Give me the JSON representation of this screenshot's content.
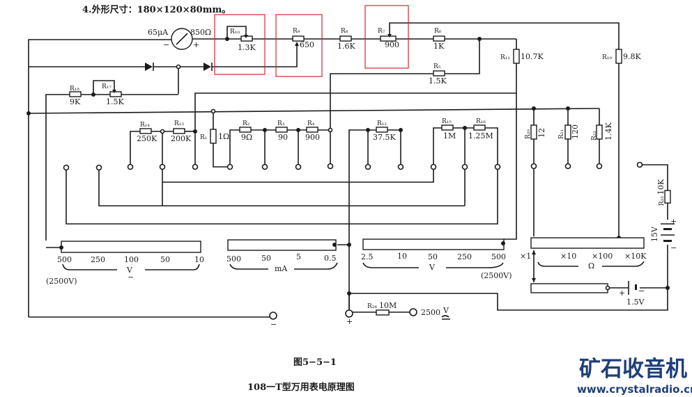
{
  "header": {
    "spec_line": "4.外形尺寸：180×120×80mm。"
  },
  "meter": {
    "current": "65μA",
    "resistance": "850Ω",
    "minus": "−",
    "plus": "+"
  },
  "resistors": {
    "R1": {
      "name": "R₁",
      "value": "1Ω"
    },
    "R2": {
      "name": "R₂",
      "value": "9Ω"
    },
    "R3": {
      "name": "R₃",
      "value": "90"
    },
    "R4": {
      "name": "R₄",
      "value": "900"
    },
    "R5": {
      "name": "R₅",
      "value": "1.5K"
    },
    "R6": {
      "name": "R₆",
      "value": "1K"
    },
    "R7": {
      "name": "R₇",
      "value": "900"
    },
    "R8": {
      "name": "R₈",
      "value": "1.6K"
    },
    "R9": {
      "name": "R₉",
      "value": "650"
    },
    "R10": {
      "name": "R₁₀",
      "value": "1.3K"
    },
    "R11": {
      "name": "R₁₁",
      "value": "10.7K"
    },
    "R12": {
      "name": "R₁₂",
      "value": "37.5K"
    },
    "R13": {
      "name": "R₁₃",
      "value": "200K"
    },
    "R14": {
      "name": "R₁₄",
      "value": "250K"
    },
    "R15": {
      "name": "R₁₅",
      "value": "1M"
    },
    "R16": {
      "name": "R₁₆",
      "value": "1.25M"
    },
    "R17": {
      "name": "R₁₇",
      "value": "1.5K"
    },
    "R18": {
      "name": "R₁₈",
      "value": "9K"
    },
    "R19": {
      "name": "R₁₉",
      "value": "9.8K"
    },
    "R20": {
      "name": "R₂₀",
      "value": "12"
    },
    "R21": {
      "name": "R₂₁",
      "value": "120"
    },
    "R22": {
      "name": "R₂₂",
      "value": "1.4K"
    },
    "R23": {
      "name": "R₂₃",
      "value": "10K"
    },
    "R24": {
      "name": "R₂₄",
      "value": "10M"
    }
  },
  "scales": {
    "acv": {
      "ticks": [
        "500",
        "250",
        "100",
        "50",
        "10"
      ],
      "unit": "V",
      "unit_mark": "~",
      "note": "(2500V)"
    },
    "ma": {
      "ticks": [
        "500",
        "50",
        "5",
        "0.5"
      ],
      "unit": "mA"
    },
    "dcv": {
      "ticks": [
        "2.5",
        "10",
        "50",
        "250",
        "500"
      ],
      "unit": "V",
      "note": "(2500V)"
    },
    "ohm": {
      "ticks": [
        "×1",
        "×10",
        "×100",
        "×10K"
      ],
      "unit": "Ω"
    }
  },
  "batteries": {
    "b15": {
      "label": "15V",
      "plus": "+",
      "minus": "−"
    },
    "b1_5": {
      "label": "1.5V",
      "plus": "+",
      "minus": "−"
    }
  },
  "terminals": {
    "com": "−",
    "pos": "+",
    "hv": "2500",
    "hv_unit": "V"
  },
  "caption": {
    "figure": "图5−5−1",
    "title": "108一T型万用表电原理图"
  },
  "watermark": {
    "brand": "矿石收音机",
    "url": "www.crystalradio.cn",
    "color": "#1e3f7a"
  },
  "highlight_color": "#d8262e"
}
